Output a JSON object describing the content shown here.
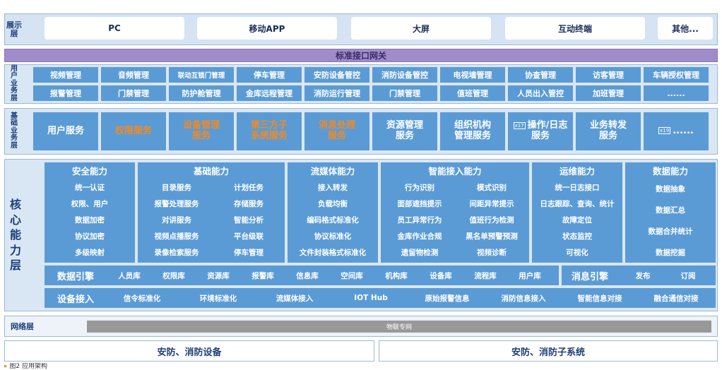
{
  "layers": {
    "display": {
      "label": "展示层",
      "items": [
        "PC",
        "移动APP",
        "大屏",
        "互动终端",
        "其他..."
      ]
    },
    "gateway": {
      "label": "标准接口网关"
    },
    "user_business": {
      "label": "用户业务层",
      "row1": [
        "视频管理",
        "音频管理",
        "联动互锁门管理",
        "停车管理",
        "安防设备管控",
        "消防设备管控",
        "电视墙管理",
        "协查管理",
        "访客管理",
        "车辆授权管理"
      ],
      "row2": [
        "报警管理",
        "门禁管理",
        "防护舱管理",
        "金库远程管理",
        "消防运行管理",
        "门禁管理",
        "值班管理",
        "人员出入管控",
        "加班管理",
        "......"
      ]
    },
    "base_business": {
      "label": "基础业务层",
      "services": [
        {
          "line1": "用户服务",
          "line2": ""
        },
        {
          "line1": "权限服务",
          "line2": ""
        },
        {
          "line1": "设备管理",
          "line2": "服务"
        },
        {
          "line1": "第三方子",
          "line2": "系统服务"
        },
        {
          "line1": "消息处理",
          "line2": "服务"
        },
        {
          "line1": "资源管理",
          "line2": "服务"
        },
        {
          "line1": "组织机构",
          "line2": "管理服务"
        },
        {
          "line1": "操作/日志",
          "line2": "服务"
        },
        {
          "line1": "业务转发",
          "line2": "服务"
        },
        {
          "line1": "......",
          "line2": ""
        }
      ],
      "marks": [
        "x17",
        "x19"
      ]
    },
    "core": {
      "label": "核心能力层",
      "capabilities": {
        "security": {
          "title": "安全能力",
          "items": [
            "统一认证",
            "权限、用户",
            "数据加密",
            "协议加密",
            "多级映射"
          ]
        },
        "base": {
          "title": "基础能力",
          "left": [
            "目录服务",
            "报警处理服务",
            "对讲服务",
            "视频点播服务",
            "录像检索服务"
          ],
          "right": [
            "计划任务",
            "存储服务",
            "智能分析",
            "平台级联",
            "停车管理"
          ]
        },
        "media": {
          "title": "流媒体能力",
          "items": [
            "接入转发",
            "负载均衡",
            "编码格式标准化",
            "协议标准化",
            "文件封装格式标准化"
          ]
        },
        "ai": {
          "title": "智能接入能力",
          "left": [
            "行为识别",
            "面部遮挡提示",
            "员工异常行为",
            "金库作业合规",
            "遗留物检测"
          ],
          "right": [
            "模式识别",
            "间距异常提示",
            "值班行为检测",
            "黑名单预警预测",
            "视频诊断"
          ]
        },
        "ops": {
          "title": "运维能力",
          "items": [
            "统一日志接口",
            "日志跟踪、查询、统计",
            "故障定位",
            "状态监控",
            "可视化"
          ]
        },
        "data": {
          "title": "数据能力",
          "items": [
            "数据抽象",
            "数据汇总",
            "数据合并统计",
            "数据挖掘"
          ]
        }
      },
      "data_engine": {
        "title": "数据引擎",
        "items": [
          "人员库",
          "权限库",
          "资源库",
          "报警库",
          "信息库",
          "空间库",
          "机构库",
          "设备库",
          "流程库",
          "用户库"
        ]
      },
      "message_engine": {
        "title": "消息引擎",
        "items": [
          "发布",
          "订阅"
        ]
      },
      "device_access": {
        "title": "设备接入",
        "items": [
          "信令标准化",
          "环境标准化",
          "流媒体接入",
          "IOT Hub",
          "原始报警信息",
          "消防信息接入",
          "智能信息对接",
          "融合通信对接"
        ]
      }
    },
    "network": {
      "label": "网络层",
      "bar": "物联专网"
    },
    "bottom": {
      "left": "安防、消防设备",
      "right": "安防、消防子系统"
    }
  },
  "caption": "图2  应用架构",
  "colors": {
    "blue": "#5b9bd5",
    "purple": "#a08cc8",
    "orange": "#f08a24",
    "navy": "#1a3c7a"
  }
}
